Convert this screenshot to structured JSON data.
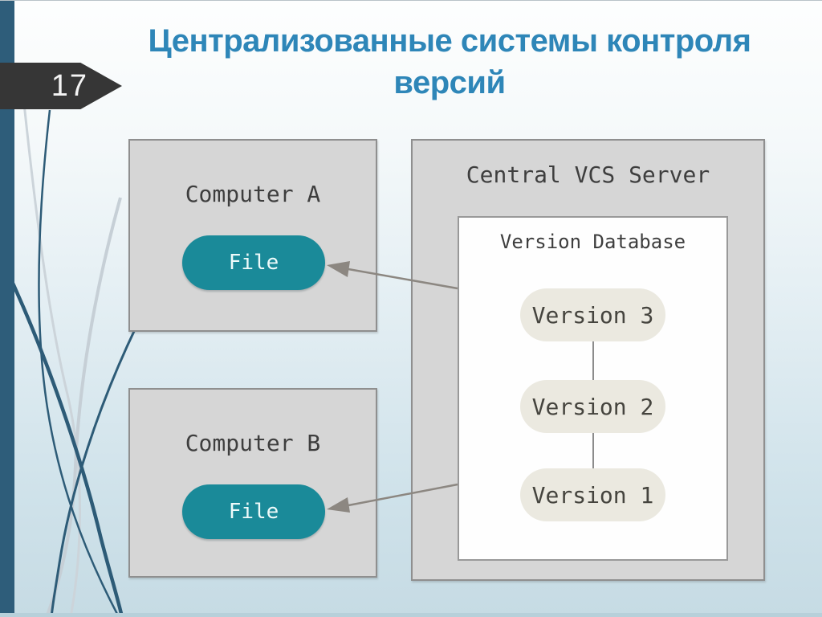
{
  "slide": {
    "number": "17",
    "title_line1": "Централизованные системы контроля",
    "title_line2": "версий"
  },
  "diagram": {
    "computer_a": {
      "label": "Computer A",
      "file": "File"
    },
    "computer_b": {
      "label": "Computer B",
      "file": "File"
    },
    "server": {
      "label": "Central VCS Server",
      "database": {
        "label": "Version Database",
        "versions": [
          "Version 3",
          "Version 2",
          "Version 1"
        ]
      }
    }
  },
  "colors": {
    "title_blue": "#2e86b8",
    "teal_pill": "#1a8a99",
    "sidebar_bar": "#2e5d7a",
    "badge_dark": "#363636",
    "box_gray": "#d6d6d6",
    "box_border": "#8f8f8f",
    "version_pill": "#ebe9e0",
    "arrow_gray": "#8c8781",
    "bg_bottom": "#c6dbe4"
  }
}
